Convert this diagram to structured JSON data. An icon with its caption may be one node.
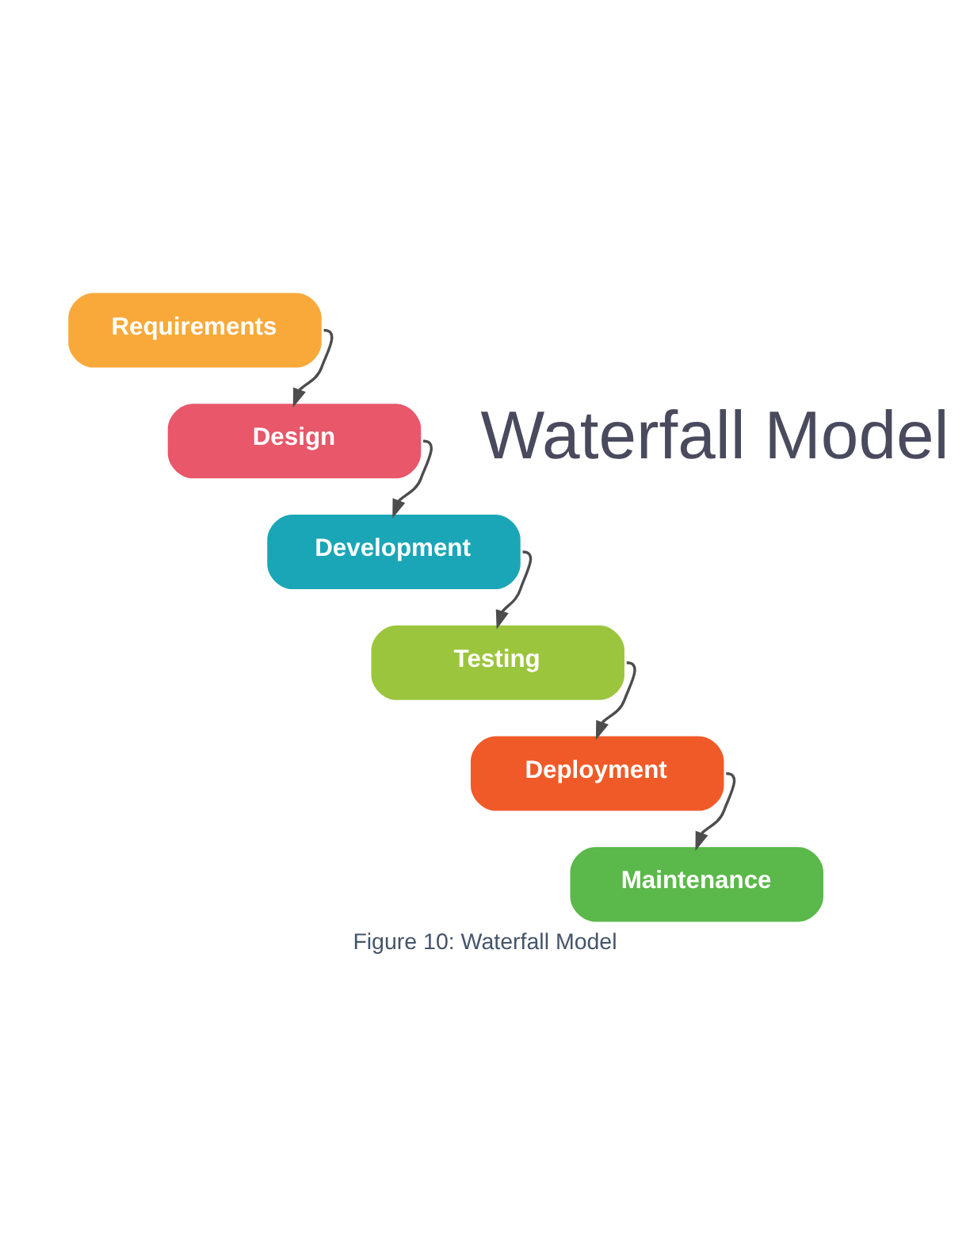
{
  "diagram": {
    "title": "Waterfall Model",
    "caption": "Figure 10: Waterfall Model",
    "nodes": [
      {
        "text": [
          "Requirements"
        ]
      },
      {
        "text": [
          "Design"
        ]
      },
      {
        "text": [
          "Development"
        ]
      },
      {
        "text": [
          "Testing"
        ]
      },
      {
        "text": [
          "Deployment"
        ]
      },
      {
        "text": [
          "Maintenance"
        ]
      }
    ],
    "edges": [
      {
        "from": 0,
        "to": 1,
        "arrow": "to"
      },
      {
        "from": 1,
        "to": 2,
        "arrow": "to"
      },
      {
        "from": 2,
        "to": 3,
        "arrow": "to"
      },
      {
        "from": 3,
        "to": 4,
        "arrow": "to"
      },
      {
        "from": 4,
        "to": 5,
        "arrow": "to"
      }
    ]
  }
}
